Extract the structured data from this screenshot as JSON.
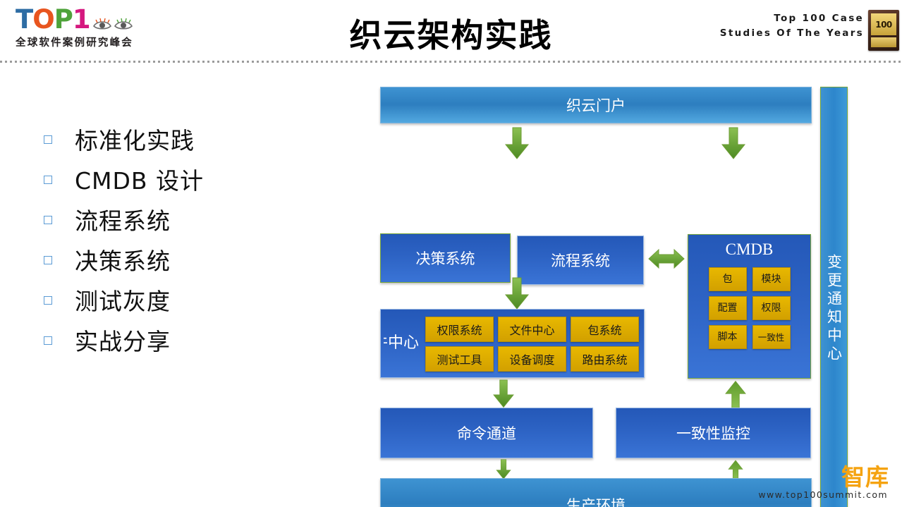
{
  "header": {
    "logo": {
      "letters": [
        {
          "char": "T",
          "color": "#2e6da4"
        },
        {
          "char": "O",
          "color": "#e8551f"
        },
        {
          "char": "P",
          "color": "#4ea33a"
        },
        {
          "char": "1",
          "color": "#d5197f"
        }
      ],
      "subtitle": "全球软件案例研究峰会"
    },
    "title": "织云架构实践",
    "award": {
      "line1": "Top 100 Case",
      "line2": "Studies Of The Years",
      "badge_number": "100"
    }
  },
  "bullets": {
    "items": [
      {
        "label": "标准化实践"
      },
      {
        "label": "CMDB 设计"
      },
      {
        "label": "流程系统"
      },
      {
        "label": "决策系统"
      },
      {
        "label": "测试灰度"
      },
      {
        "label": "实战分享"
      }
    ]
  },
  "diagram": {
    "portal": "织云门户",
    "decision": "决策系统",
    "process": "流程系统",
    "cmdb": {
      "title": "CMDB",
      "chips": [
        "包",
        "模块",
        "配置",
        "权限",
        "脚本",
        "一致性"
      ]
    },
    "midbox": {
      "clipped_label": "组件中心",
      "chips": [
        "权限系统",
        "文件中心",
        "包系统",
        "测试工具",
        "设备调度",
        "路由系统"
      ]
    },
    "command_channel": "命令通道",
    "consistency_monitor": "一致性监控",
    "production_env": "生产环境",
    "change_notify": "变更通知中心",
    "colors": {
      "light_blue": "#3e93d2",
      "dark_blue": "#2d63c4",
      "chip_gold": "#d2a000",
      "arrow_green": "#76a53a",
      "border_green": "#76a53a"
    }
  },
  "footer": {
    "brand": "智库",
    "site": "www.top100summit.com"
  }
}
